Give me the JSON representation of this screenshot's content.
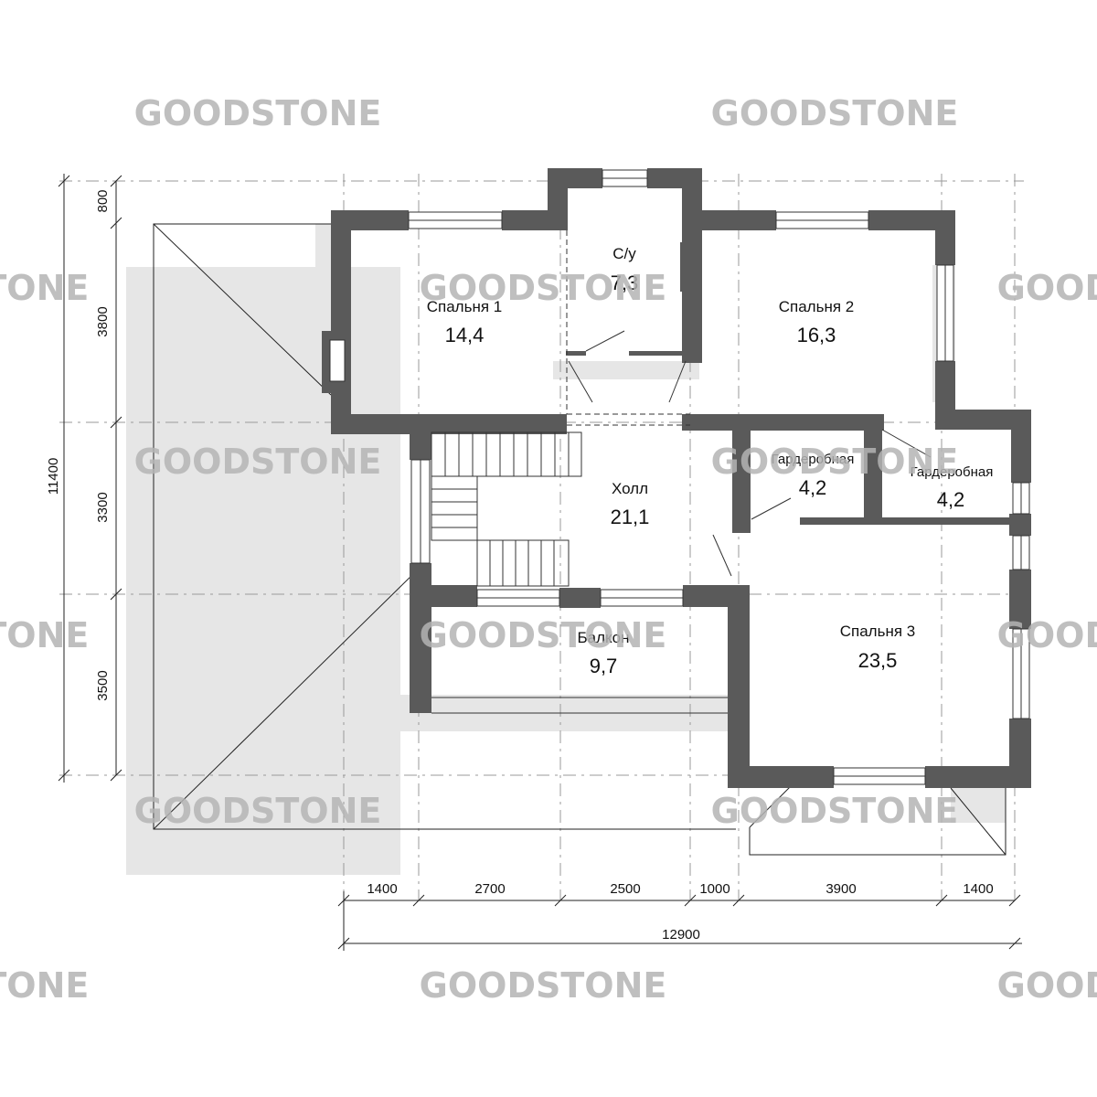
{
  "watermark": "GOODSTONE",
  "rooms": {
    "bedroom1": {
      "name": "Спальня 1",
      "area": "14,4"
    },
    "bathroom": {
      "name": "С/у",
      "area": "7,3"
    },
    "bedroom2": {
      "name": "Спальня 2",
      "area": "16,3"
    },
    "wardrobe1": {
      "name": "Гардеробная",
      "area": "4,2"
    },
    "wardrobe2": {
      "name": "Гардеробная",
      "area": "4,2"
    },
    "hall": {
      "name": "Холл",
      "area": "21,1"
    },
    "balcony": {
      "name": "Балкон",
      "area": "9,7"
    },
    "bedroom3": {
      "name": "Спальня 3",
      "area": "23,5"
    }
  },
  "dimensions": {
    "left": [
      "800",
      "3800",
      "3300",
      "3500"
    ],
    "left_total": "11400",
    "bottom": [
      "1400",
      "2700",
      "2500",
      "1000",
      "3900",
      "1400"
    ],
    "bottom_total": "12900"
  },
  "colors": {
    "wall": "#5a5a5a",
    "shadow": "#e6e6e6",
    "line": "#222222",
    "watermark": "#b4b4b4"
  }
}
